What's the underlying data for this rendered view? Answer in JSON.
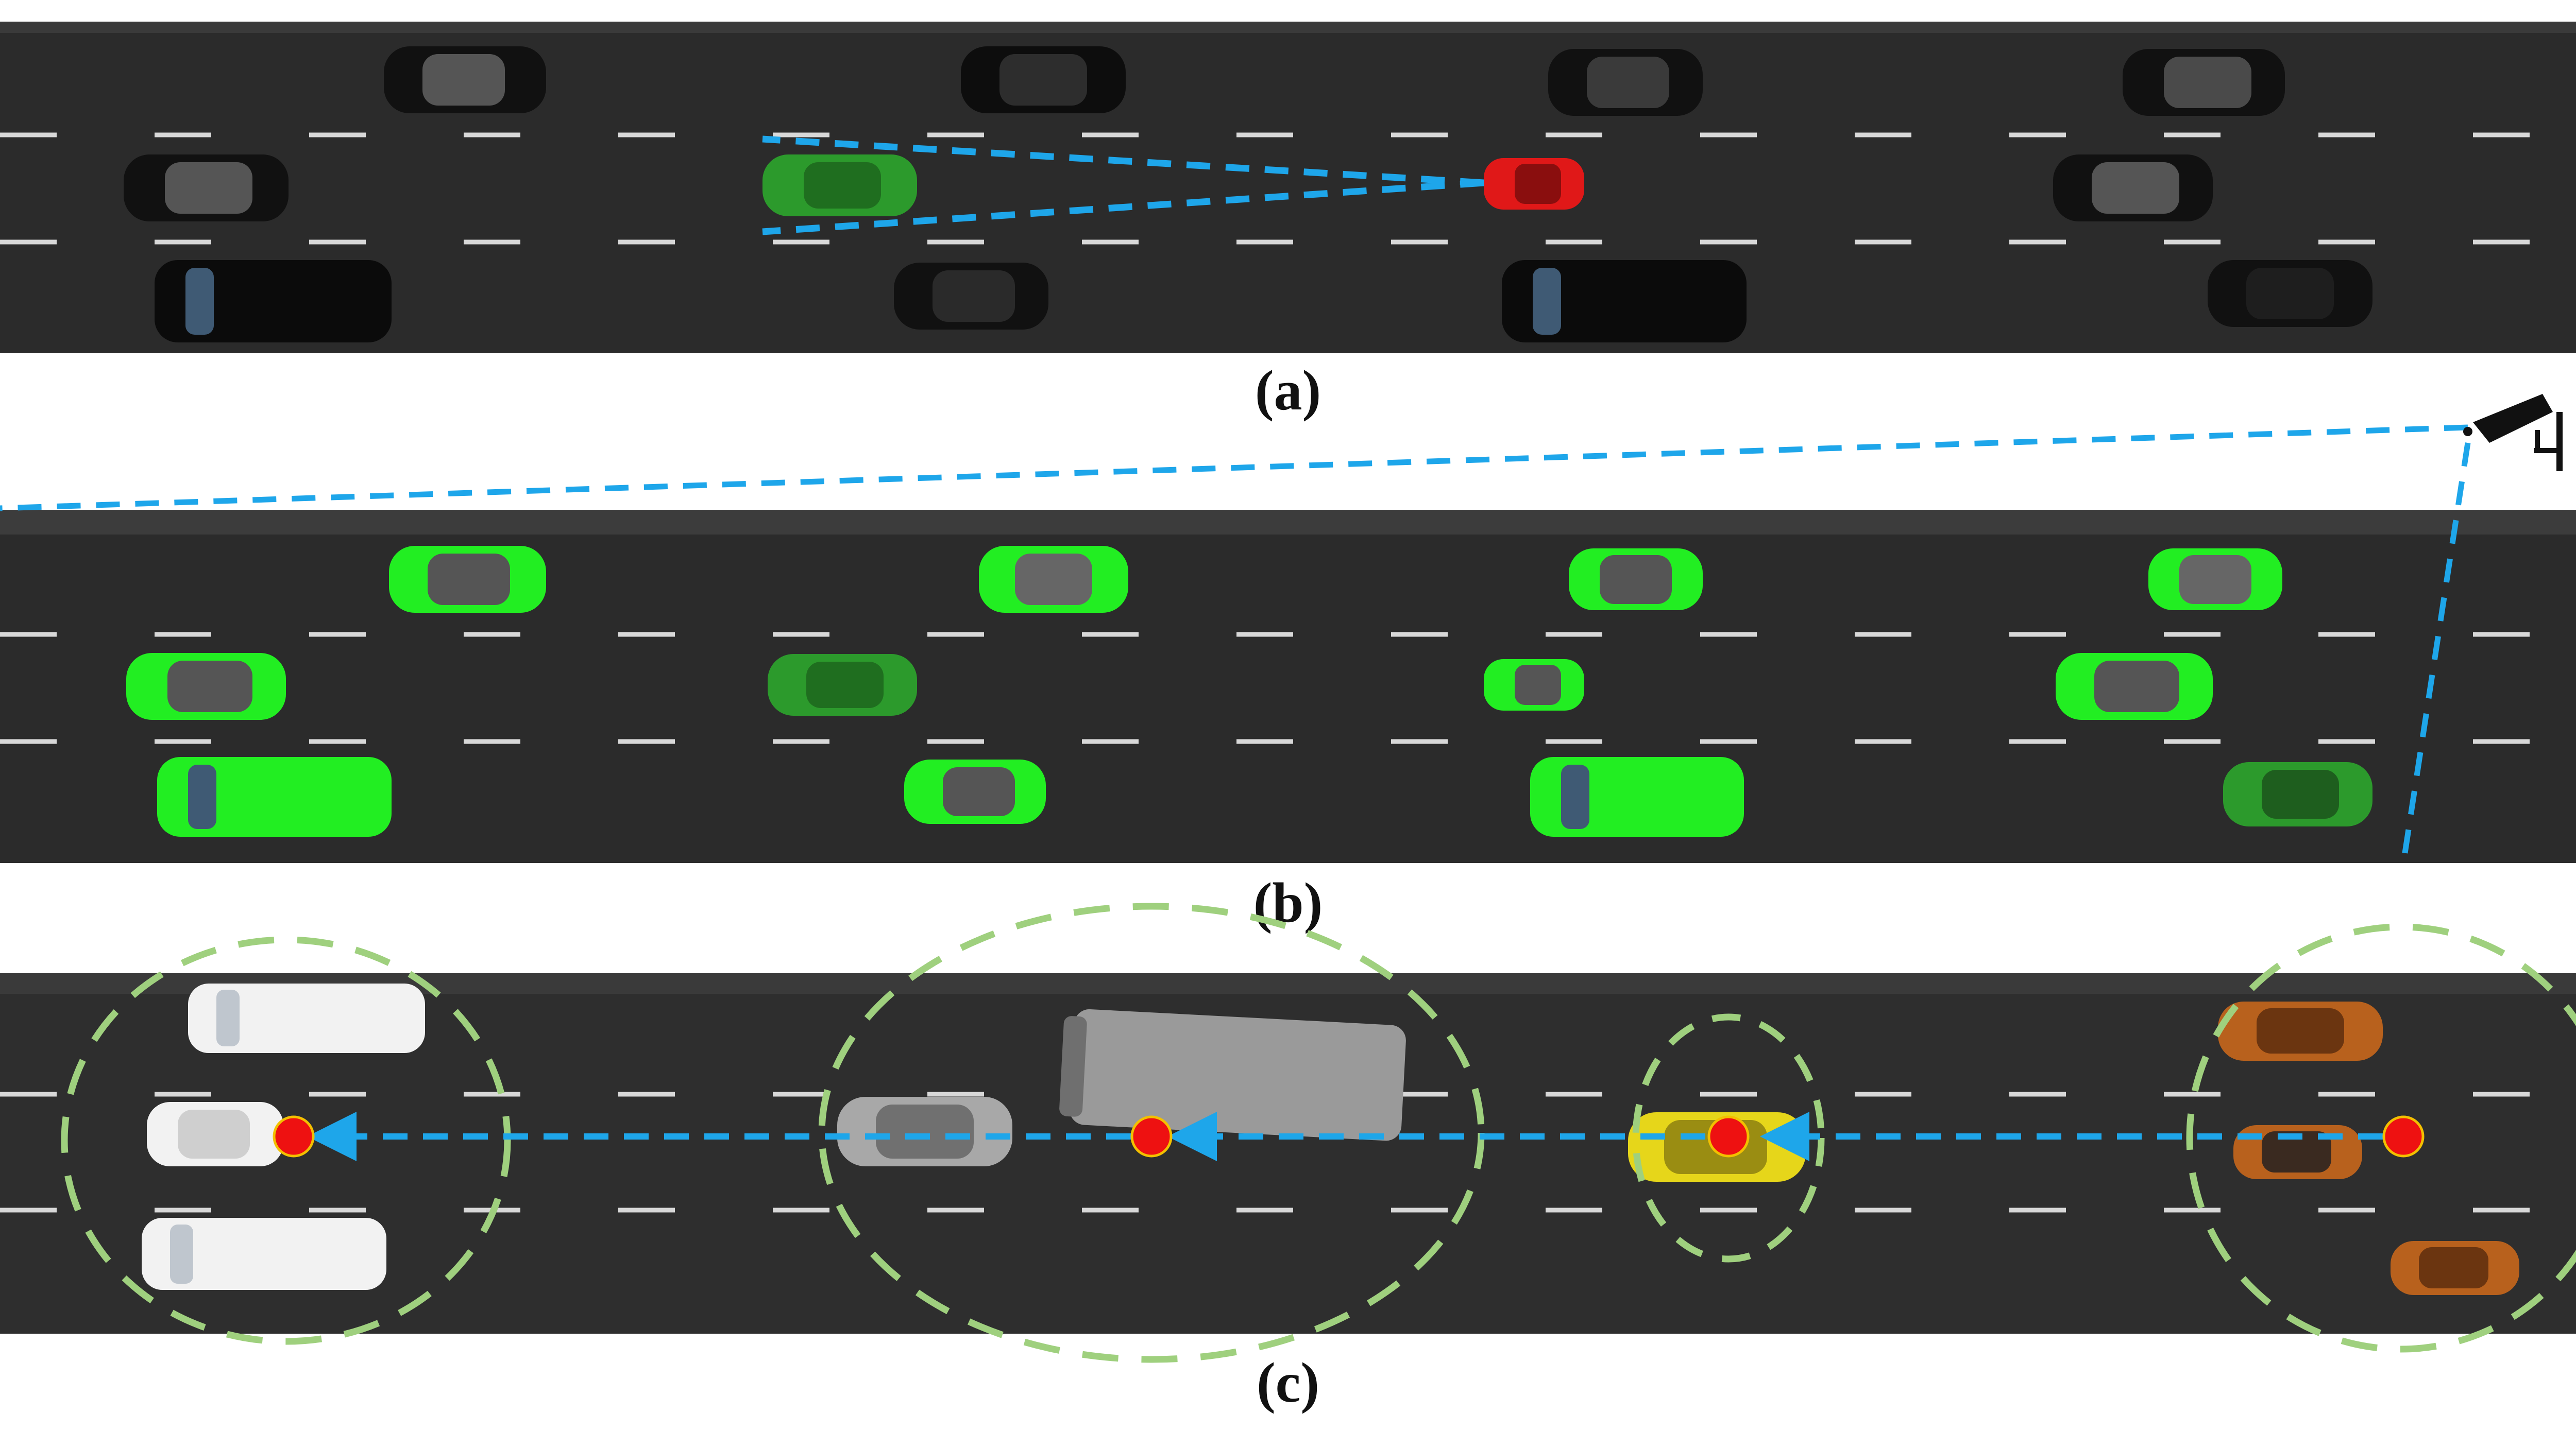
{
  "panels": [
    {
      "id": "a",
      "caption": "(a)"
    },
    {
      "id": "b",
      "caption": "(b)"
    },
    {
      "id": "c",
      "caption": "(c)"
    }
  ],
  "colors": {
    "road": "#2b2b2b",
    "lane_marking": "#d8d8d8",
    "view_ray": "#1ea6ea",
    "ego_vehicle": "#e01818",
    "observer_vehicle": "#2c9a2c",
    "detected_vehicle": "#22ee22",
    "unseen_vehicle": "#111111",
    "group_boundary": "#9fd07e",
    "cluster_center": "#ee1111",
    "cluster_1_vehicles": "#f2f2f2",
    "cluster_2_vehicles": "#9a9a9a",
    "cluster_3_vehicles": "#e6d61a",
    "cluster_4_vehicles": "#b8611d"
  },
  "icons": [
    "camera-icon"
  ]
}
